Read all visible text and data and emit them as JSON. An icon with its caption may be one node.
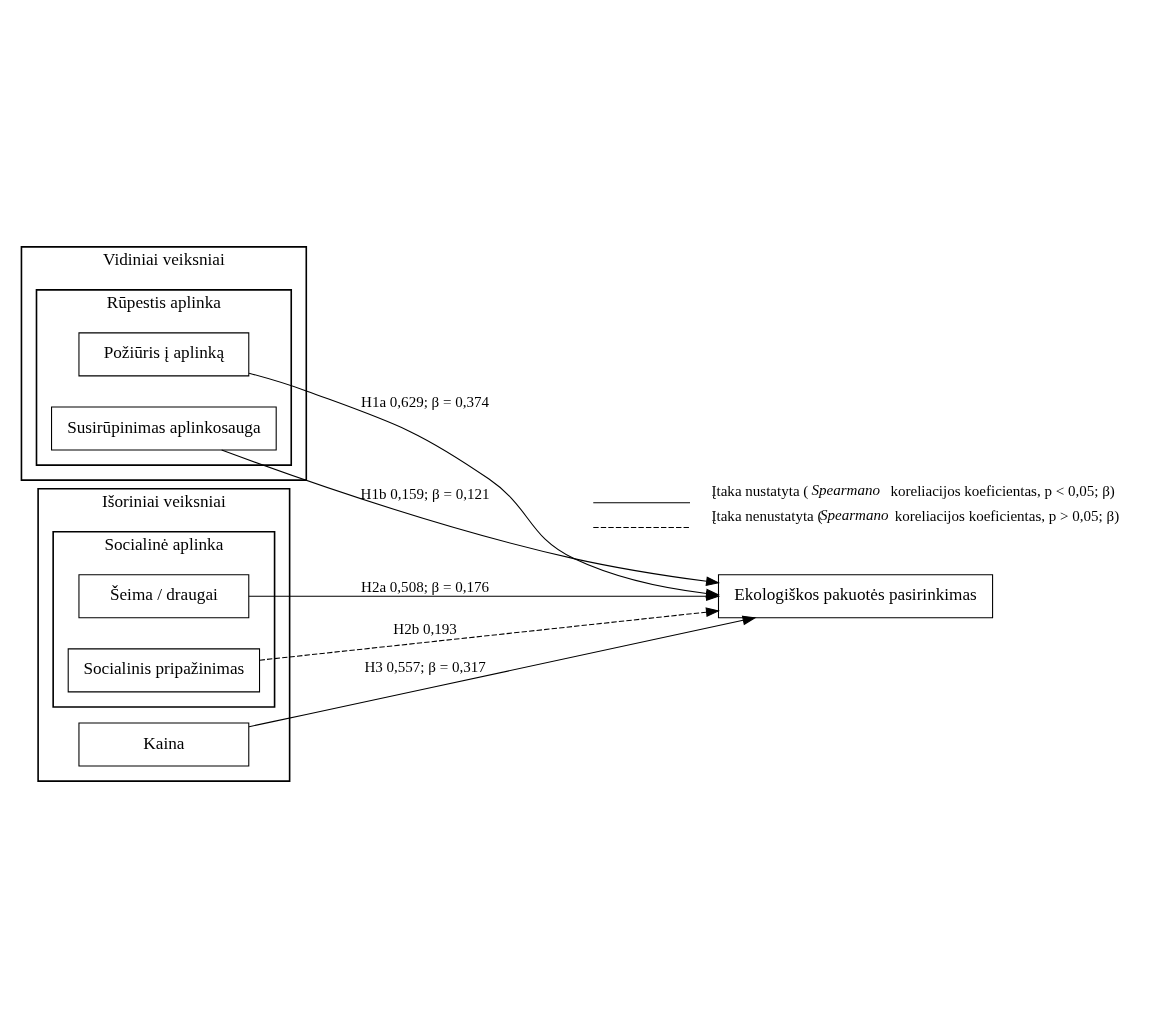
{
  "diagram": {
    "nodes": [
      {
        "text": [
          "Vidiniai veiksniai"
        ]
      },
      {
        "text": [
          "Rūpestis aplinka"
        ],
        "in": 0
      },
      {
        "text": [
          "Požiūris į aplinką"
        ],
        "in": 1
      },
      {
        "text": [
          "Susirūpinimas aplinkosauga"
        ],
        "in": 1
      },
      {
        "text": [
          "Išoriniai veiksniai"
        ]
      },
      {
        "text": [
          "Socialinė aplinka"
        ],
        "in": 4
      },
      {
        "text": [
          "Šeima / draugai"
        ],
        "in": 5
      },
      {
        "text": [
          "Socialinis pripažinimas"
        ],
        "in": 5
      },
      {
        "text": [
          "Kaina"
        ],
        "in": 4
      },
      {
        "text": [
          "Ekologiškos pakuotės pasirinkimas"
        ]
      }
    ],
    "edges": [
      {
        "from": 2,
        "to": 9,
        "arrow": "to",
        "label": "H1a 0,629; β = 0,374"
      },
      {
        "from": 3,
        "to": 9,
        "arrow": "to",
        "label": "H1b 0,159; β = 0,121"
      },
      {
        "from": 6,
        "to": 9,
        "arrow": "to",
        "label": "H2a 0,508; β = 0,176"
      },
      {
        "from": 7,
        "to": 9,
        "arrow": "to",
        "label": "H2b 0,193",
        "style": "dashed"
      },
      {
        "from": 8,
        "to": 9,
        "arrow": "to",
        "label": "H3 0,557; β = 0,317"
      }
    ],
    "legend": [
      {
        "text": "Įtaka nustatyta (*Spearmano* koreliacijos koeficientas, p < 0,05; β)"
      },
      {
        "text": "Įtaka nenustatyta (*Spearmano* koreliacijos koeficientas, p > 0,05; β)"
      }
    ]
  }
}
